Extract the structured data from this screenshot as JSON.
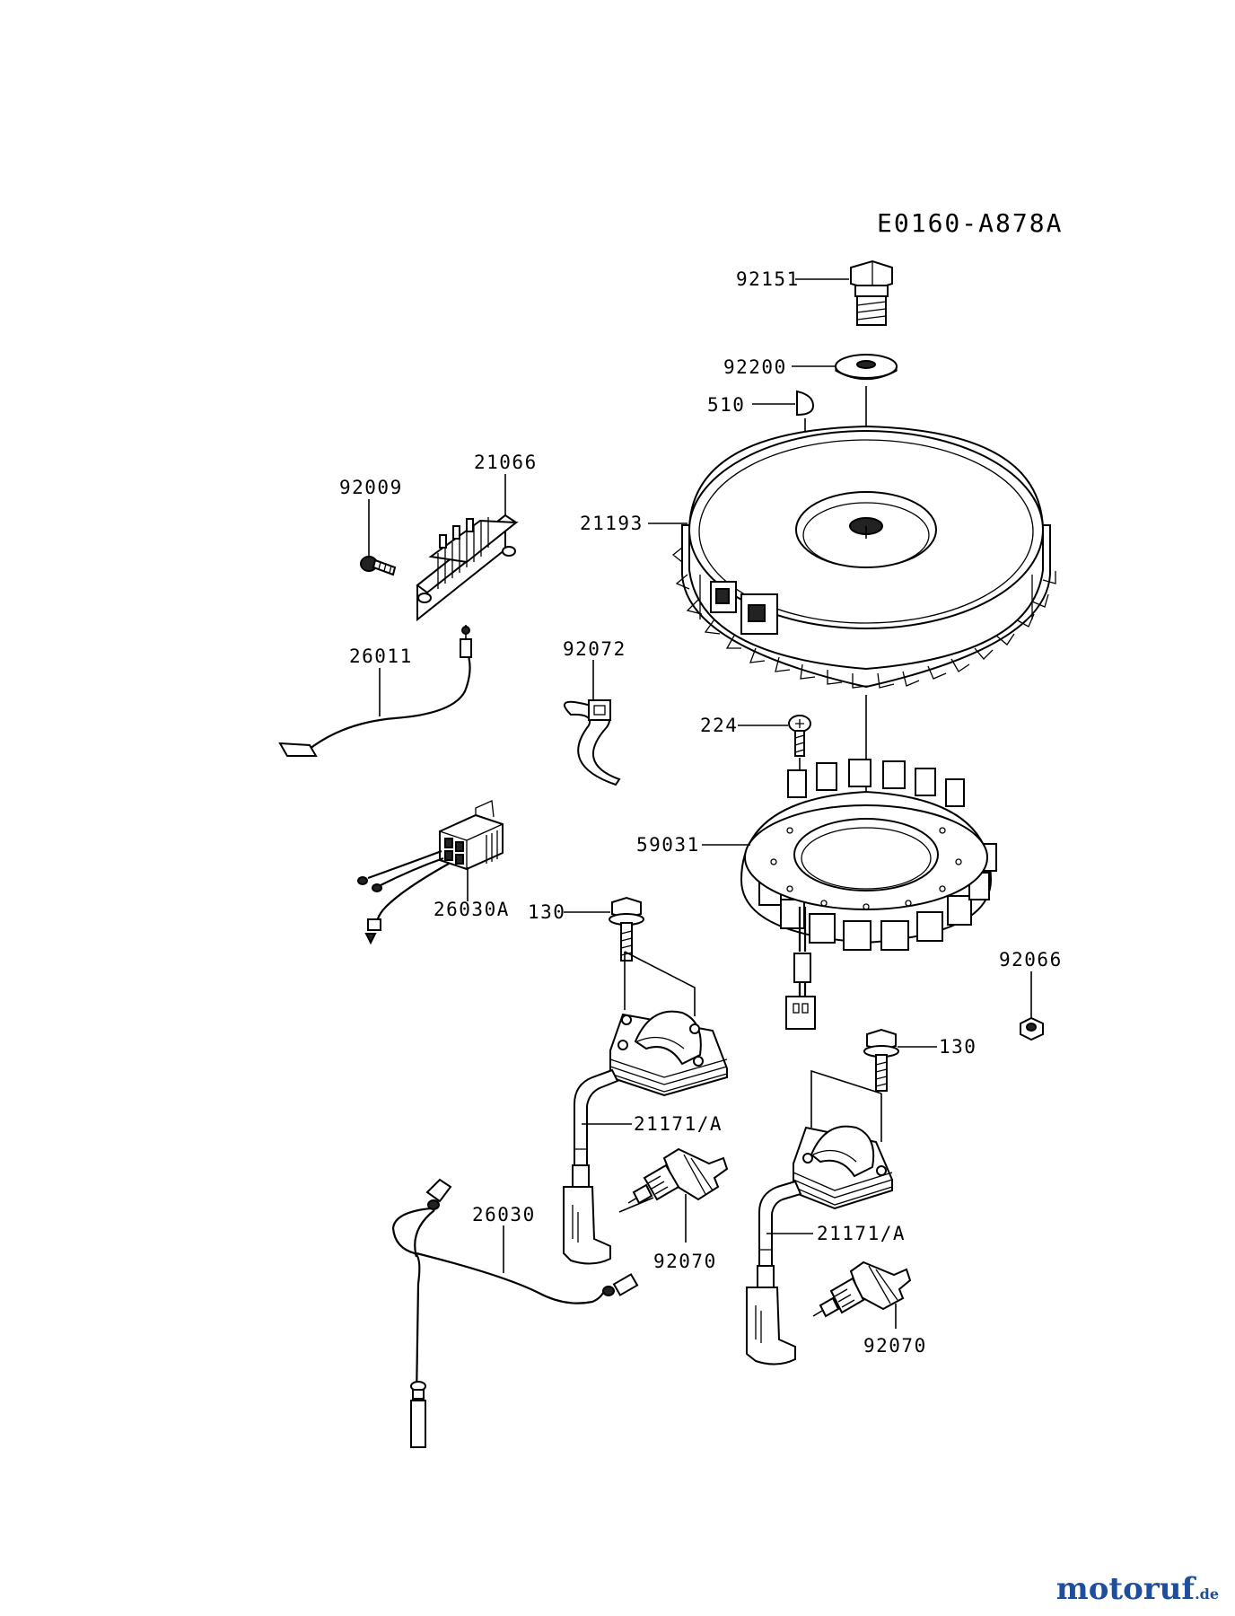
{
  "diagram_code": "E0160-A878A",
  "parts": [
    {
      "id": "p92151",
      "label": "92151",
      "name": "bolt"
    },
    {
      "id": "p92200",
      "label": "92200",
      "name": "washer"
    },
    {
      "id": "p510",
      "label": "510",
      "name": "key"
    },
    {
      "id": "p21193",
      "label": "21193",
      "name": "flywheel"
    },
    {
      "id": "p21066",
      "label": "21066",
      "name": "regulator"
    },
    {
      "id": "p92009",
      "label": "92009",
      "name": "screw"
    },
    {
      "id": "p26011",
      "label": "26011",
      "name": "lead-wire"
    },
    {
      "id": "p92072",
      "label": "92072",
      "name": "cable-band"
    },
    {
      "id": "p224",
      "label": "224",
      "name": "screw"
    },
    {
      "id": "p59031",
      "label": "59031",
      "name": "stator"
    },
    {
      "id": "p26030A",
      "label": "26030A",
      "name": "harness-connector"
    },
    {
      "id": "p130a",
      "label": "130",
      "name": "bolt"
    },
    {
      "id": "p92066",
      "label": "92066",
      "name": "nut"
    },
    {
      "id": "p130b",
      "label": "130",
      "name": "bolt"
    },
    {
      "id": "p21171a",
      "label": "21171/A",
      "name": "ignition-coil"
    },
    {
      "id": "p92070a",
      "label": "92070",
      "name": "spark-plug"
    },
    {
      "id": "p26030",
      "label": "26030",
      "name": "lead-wire"
    },
    {
      "id": "p21171b",
      "label": "21171/A",
      "name": "ignition-coil"
    },
    {
      "id": "p92070b",
      "label": "92070",
      "name": "spark-plug"
    }
  ],
  "brand": {
    "main": "motoruf",
    "suffix": ".de"
  }
}
